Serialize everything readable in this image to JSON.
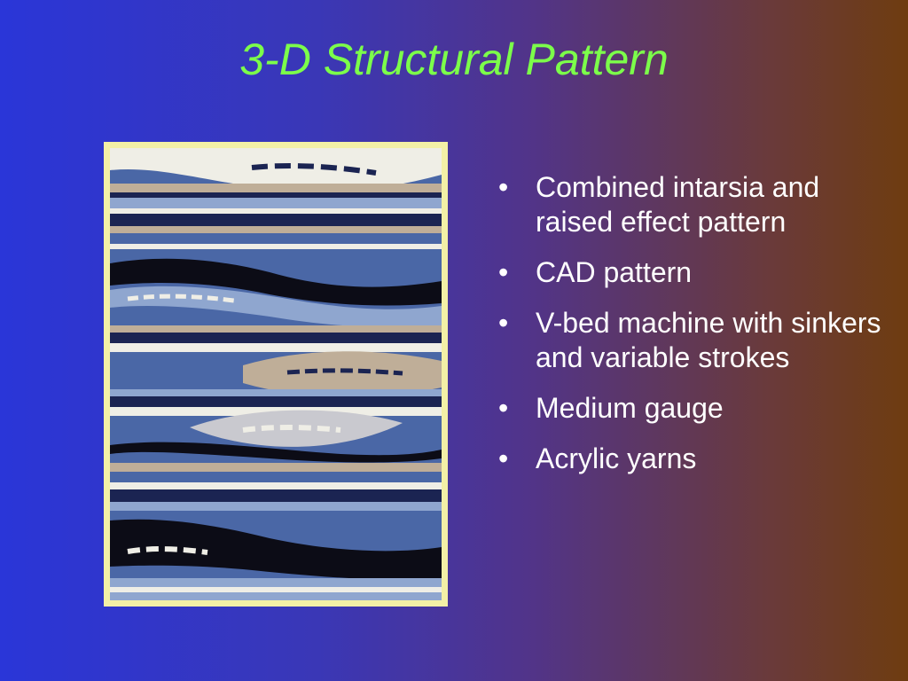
{
  "slide": {
    "title": "3-D Structural Pattern",
    "bullets": [
      "Combined intarsia and raised effect pattern",
      "CAD pattern",
      "V-bed machine with sinkers and variable strokes",
      "Medium gauge",
      "Acrylic yarns"
    ]
  },
  "image": {
    "icon": "knitted-fabric-photo",
    "colors": {
      "frame": "#f3f0a6",
      "navy": "#1b2452",
      "blue": "#4a67a6",
      "light_blue": "#8fa6cf",
      "tan": "#bfae98",
      "cream": "#efeee6",
      "black": "#0c0c16"
    }
  },
  "theme": {
    "title_color": "#7cff4a",
    "text_color": "#ffffff",
    "bg_left": "#2a36d8",
    "bg_right": "#6e3c10"
  }
}
